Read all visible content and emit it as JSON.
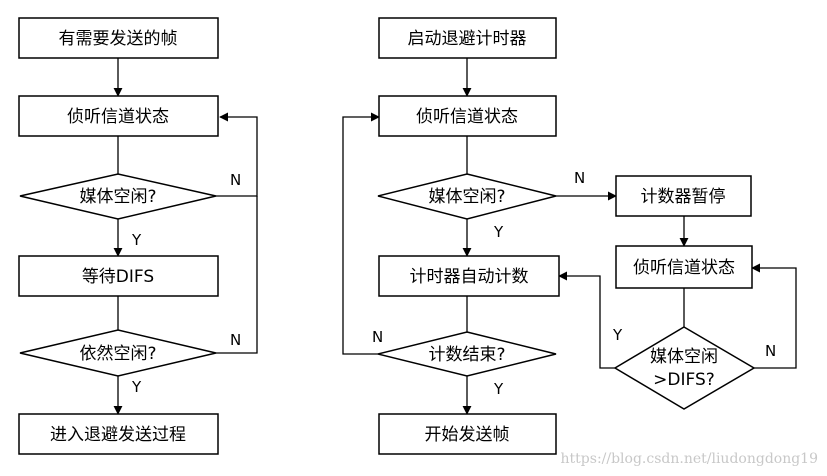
{
  "left_flow": {
    "start_label": "有需要发送的帧",
    "listen_label": "侦听信道状态",
    "idle_check_label": "媒体空闲?",
    "wait_label": "等待DIFS",
    "still_idle_label": "依然空闲?",
    "backoff_label": "进入退避发送过程",
    "yes_1": "Y",
    "no_1": "N",
    "yes_2": "Y",
    "no_2": "N"
  },
  "right_flow": {
    "start_label": "启动退避计时器",
    "listen_label": "侦听信道状态",
    "idle_check_label": "媒体空闲?",
    "counter_label": "计时器自动计数",
    "count_end_label": "计数结束?",
    "send_label": "开始发送帧",
    "pause_label": "计数器暂停",
    "listen2_label": "侦听信道状态",
    "idle_difs_line1": "媒体空闲",
    "idle_difs_line2": ">DIFS?",
    "yes_idle": "Y",
    "no_idle": "N",
    "yes_end": "Y",
    "no_end": "N",
    "yes_difs": "Y",
    "no_difs": "N"
  },
  "watermark": "https://blog.csdn.net/liudongdong19"
}
